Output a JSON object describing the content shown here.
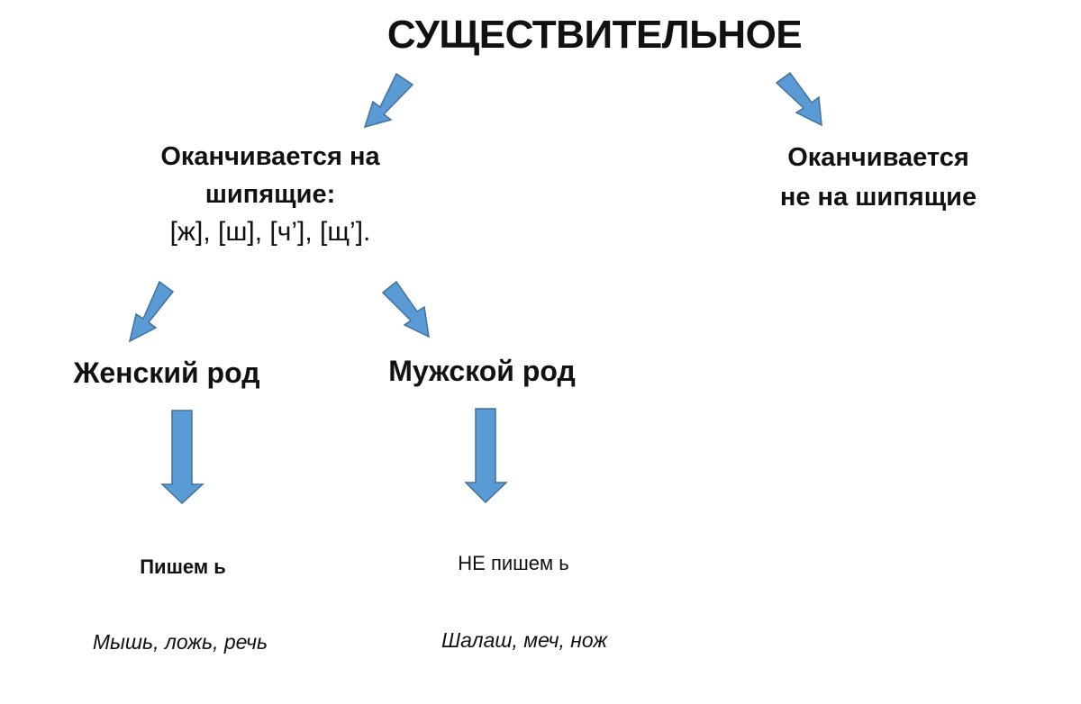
{
  "diagram": {
    "title": "СУЩЕСТВИТЕЛЬНОЕ",
    "branches": {
      "hissing": {
        "line1": "Оканчивается на",
        "line2": "шипящие:",
        "line3": "[ж], [ш], [ч’], [щ’].",
        "feminine": {
          "label": "Женский род",
          "rule": "Пишем ь",
          "examples": "Мышь, ложь, речь"
        },
        "masculine": {
          "label": "Мужской род",
          "rule": "НЕ пишем ь",
          "examples": "Шалаш, меч, нож"
        }
      },
      "non_hissing": {
        "line1": "Оканчивается",
        "line2": "не на шипящие"
      }
    },
    "arrow_color": "#5b9bd5",
    "arrow_outline_color": "#41719c"
  }
}
